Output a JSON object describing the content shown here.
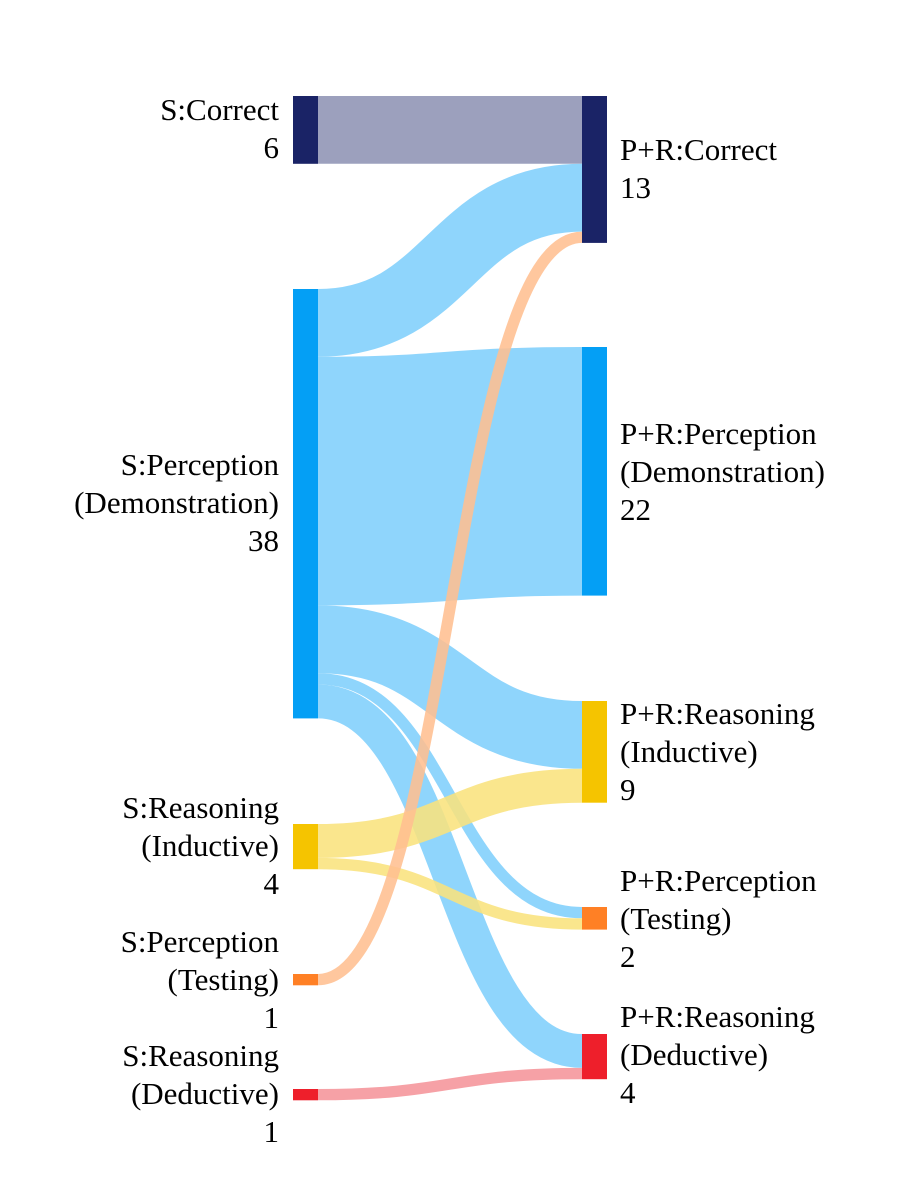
{
  "sankey": {
    "colors": {
      "correct_node": "#1a2366",
      "correct_link": "#8e93b4",
      "perception_demo_node": "#049ff5",
      "perception_demo_link": "#80cffc",
      "reasoning_inductive_node": "#f5c400",
      "reasoning_inductive_link": "#f9e27d",
      "perception_testing_node": "#ff8025",
      "perception_testing_link": "#ffbf91",
      "reasoning_deductive_node": "#ee1f2b",
      "reasoning_deductive_link": "#f5949a"
    },
    "left_nodes": [
      {
        "id": "s_correct",
        "lines": [
          "S:Correct"
        ],
        "value": "6",
        "color_key": "correct"
      },
      {
        "id": "s_perception_demo",
        "lines": [
          "S:Perception",
          "(Demonstration)"
        ],
        "value": "38",
        "color_key": "perception_demo"
      },
      {
        "id": "s_reasoning_inductive",
        "lines": [
          "S:Reasoning",
          "(Inductive)"
        ],
        "value": "4",
        "color_key": "reasoning_inductive"
      },
      {
        "id": "s_perception_testing",
        "lines": [
          "S:Perception",
          "(Testing)"
        ],
        "value": "1",
        "color_key": "perception_testing"
      },
      {
        "id": "s_reasoning_deductive",
        "lines": [
          "S:Reasoning",
          "(Deductive)"
        ],
        "value": "1",
        "color_key": "reasoning_deductive"
      }
    ],
    "right_nodes": [
      {
        "id": "pr_correct",
        "lines": [
          "P+R:Correct"
        ],
        "value": "13",
        "color_key": "correct"
      },
      {
        "id": "pr_perception_demo",
        "lines": [
          "P+R:Perception",
          "(Demonstration)"
        ],
        "value": "22",
        "color_key": "perception_demo"
      },
      {
        "id": "pr_reasoning_inductive",
        "lines": [
          "P+R:Reasoning",
          "(Inductive)"
        ],
        "value": "9",
        "color_key": "reasoning_inductive"
      },
      {
        "id": "pr_perception_testing",
        "lines": [
          "P+R:Perception",
          "(Testing)"
        ],
        "value": "2",
        "color_key": "perception_testing"
      },
      {
        "id": "pr_reasoning_deductive",
        "lines": [
          "P+R:Reasoning",
          "(Deductive)"
        ],
        "value": "4",
        "color_key": "reasoning_deductive"
      }
    ],
    "flows": [
      {
        "from": "s_correct",
        "to": "pr_correct",
        "value": 6
      },
      {
        "from": "s_perception_demo",
        "to": "pr_correct",
        "value": 6
      },
      {
        "from": "s_perception_demo",
        "to": "pr_perception_demo",
        "value": 22
      },
      {
        "from": "s_perception_demo",
        "to": "pr_reasoning_inductive",
        "value": 6
      },
      {
        "from": "s_perception_demo",
        "to": "pr_perception_testing",
        "value": 1
      },
      {
        "from": "s_perception_demo",
        "to": "pr_reasoning_deductive",
        "value": 3
      },
      {
        "from": "s_reasoning_inductive",
        "to": "pr_reasoning_inductive",
        "value": 3
      },
      {
        "from": "s_reasoning_inductive",
        "to": "pr_perception_testing",
        "value": 1
      },
      {
        "from": "s_perception_testing",
        "to": "pr_correct",
        "value": 1
      },
      {
        "from": "s_reasoning_deductive",
        "to": "pr_reasoning_deductive",
        "value": 1
      }
    ]
  }
}
